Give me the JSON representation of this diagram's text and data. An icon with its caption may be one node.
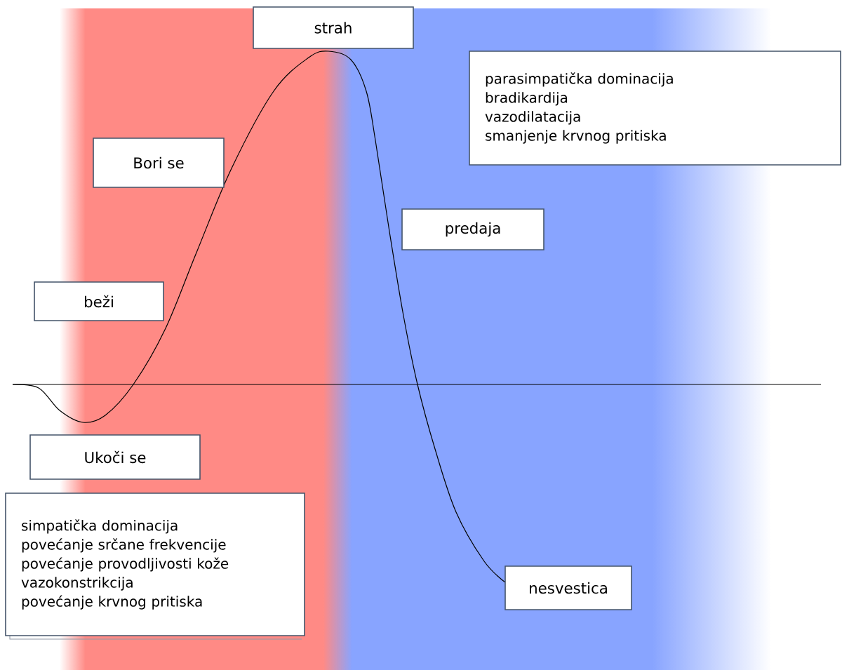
{
  "diagram": {
    "nodes": [
      {
        "text": [
          "strah"
        ]
      },
      {
        "text": [
          "parasimpatička dominacija",
          "bradikardija",
          "vazodilatacija",
          "smanjenje krvnog pritiska"
        ]
      },
      {
        "text": [
          "Bori se"
        ]
      },
      {
        "text": [
          "predaja"
        ]
      },
      {
        "text": [
          "beži"
        ]
      },
      {
        "text": [
          "Ukoči se"
        ]
      },
      {
        "text": [
          "simpatička dominacija",
          "povećanje srčane frekvencije",
          "povećanje provodljivosti kože",
          "vazokonstrikcija",
          "povećanje krvnog pritiska"
        ]
      },
      {
        "text": [
          "nesvestica"
        ]
      }
    ]
  }
}
